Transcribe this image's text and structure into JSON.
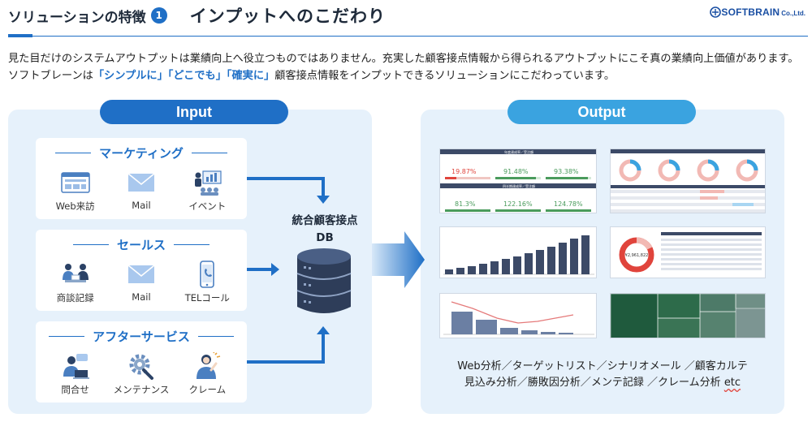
{
  "header": {
    "subtitle": "ソリューションの特徴",
    "badge": "1",
    "title": "インプットへのこだわり"
  },
  "logo": {
    "text": "SOFTBRAIN",
    "suffix": "Co.,Ltd."
  },
  "description": {
    "part1": "見た目だけのシステムアウトプットは業績向上へ役立つものではありません。充実した顧客接点情報から得られるアウトプットにこそ真の業績向上価値があります。ソフトブレーンは",
    "highlight1": "「シンプルに」",
    "highlight2": "「どこでも」",
    "highlight3": "「確実に」",
    "part2": "顧客接点情報をインプットできるソリューションにこだわっています。"
  },
  "input": {
    "label": "Input",
    "cards": [
      {
        "title": "マーケティング",
        "items": [
          {
            "label": "Web来訪",
            "icon": "web-browser-icon"
          },
          {
            "label": "Mail",
            "icon": "mail-icon"
          },
          {
            "label": "イベント",
            "icon": "event-presentation-icon"
          }
        ]
      },
      {
        "title": "セールス",
        "items": [
          {
            "label": "商談記録",
            "icon": "meeting-icon"
          },
          {
            "label": "Mail",
            "icon": "mail-icon"
          },
          {
            "label": "TELコール",
            "icon": "phone-icon"
          }
        ]
      },
      {
        "title": "アフターサービス",
        "items": [
          {
            "label": "問合せ",
            "icon": "inquiry-person-icon"
          },
          {
            "label": "メンテナンス",
            "icon": "gear-wrench-icon"
          },
          {
            "label": "クレーム",
            "icon": "complaint-person-icon"
          }
        ]
      }
    ]
  },
  "db": {
    "line1": "統合顧客接点",
    "line2": "DB",
    "icon": "database-icon"
  },
  "output": {
    "label": "Output",
    "shot1": {
      "header1": "年度達成率／受注額",
      "header2": "四半期達成率／受注額",
      "values_row1": [
        "19.87%",
        "91.48%",
        "93.38%"
      ],
      "values_row2": [
        "81.3%",
        "122.16%",
        "124.78%"
      ]
    },
    "shot4": {
      "donut_value": "¥2,961,822"
    },
    "caption_line1": "Web分析／ターゲットリスト／シナリオメール ／顧客カルテ",
    "caption_line2": "見込み分析／勝敗因分析／メンテ記録 ／クレーム分析",
    "caption_etc": "etc"
  },
  "colors": {
    "primary": "#1f6fc6",
    "output_pill": "#3aa3e0",
    "panel": "#e6f1fb",
    "dark_navy": "#3c4a67",
    "red": "#e0443c"
  }
}
